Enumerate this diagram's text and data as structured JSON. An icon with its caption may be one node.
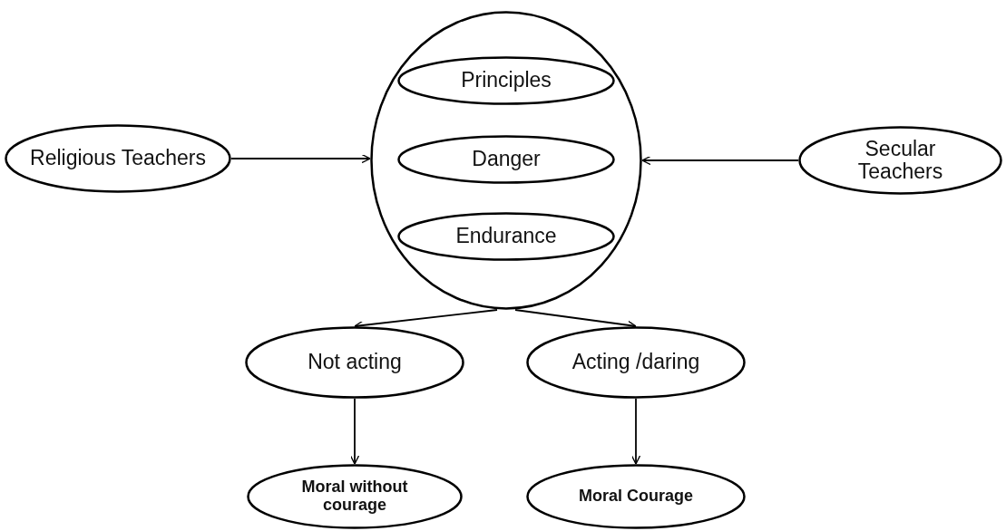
{
  "diagram": {
    "nodes": [
      {
        "text": [],
        "shape": "circle"
      },
      {
        "text": [
          "Principles"
        ],
        "in": 0
      },
      {
        "text": [
          "Danger"
        ],
        "in": 0
      },
      {
        "text": [
          "Endurance"
        ],
        "in": 0
      },
      {
        "text": [
          "Religious Teachers"
        ]
      },
      {
        "text": [
          "Secular Teachers"
        ]
      },
      {
        "text": [
          "Not acting"
        ]
      },
      {
        "text": [
          "Acting /daring"
        ]
      },
      {
        "text": [
          "Moral without courage"
        ]
      },
      {
        "text": [
          "Moral Courage"
        ]
      }
    ],
    "edges": [
      {
        "from": 4,
        "to": 0,
        "arrow": "to"
      },
      {
        "from": 5,
        "to": 0,
        "arrow": "to"
      },
      {
        "from": 0,
        "to": 6,
        "arrow": "to"
      },
      {
        "from": 0,
        "to": 7,
        "arrow": "to"
      },
      {
        "from": 6,
        "to": 8,
        "arrow": "to"
      },
      {
        "from": 7,
        "to": 9,
        "arrow": "to"
      }
    ]
  }
}
